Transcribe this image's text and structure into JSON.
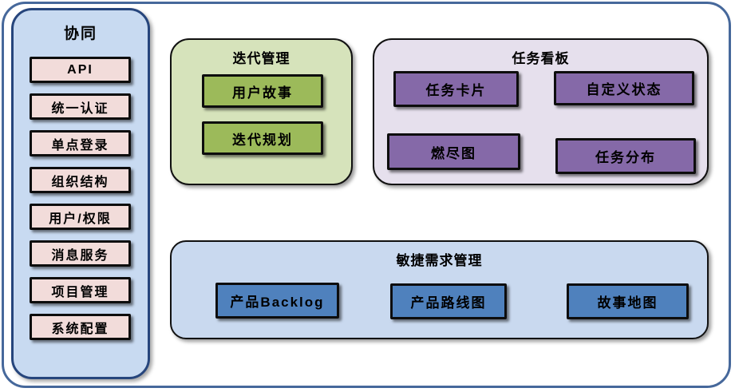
{
  "colors": {
    "outer_border": "#46689b",
    "sidebar_bg": "#c8daf1",
    "sidebar_border": "#26457c",
    "pink_box": "#f2dcda",
    "iteration_section_bg": "#d6e3bb",
    "iteration_box": "#9cba5a",
    "kanban_section_bg": "#e6e0ed",
    "kanban_box": "#8569a8",
    "agile_section_bg": "#c9d9ef",
    "agile_box": "#4f81bd",
    "box_border": "#0d0d0d"
  },
  "sidebar": {
    "title": "协同",
    "items": [
      {
        "label": "API"
      },
      {
        "label": "统一认证"
      },
      {
        "label": "单点登录"
      },
      {
        "label": "组织结构"
      },
      {
        "label": "用户/权限"
      },
      {
        "label": "消息服务"
      },
      {
        "label": "项目管理"
      },
      {
        "label": "系统配置"
      }
    ]
  },
  "sections": {
    "iteration": {
      "title": "迭代管理",
      "items": [
        {
          "label": "用户故事"
        },
        {
          "label": "迭代规划"
        }
      ]
    },
    "kanban": {
      "title": "任务看板",
      "items": [
        {
          "label": "任务卡片"
        },
        {
          "label": "自定义状态"
        },
        {
          "label": "燃尽图"
        },
        {
          "label": "任务分布"
        }
      ]
    },
    "agile": {
      "title": "敏捷需求管理",
      "items": [
        {
          "label": "产品Backlog"
        },
        {
          "label": "产品路线图"
        },
        {
          "label": "故事地图"
        }
      ]
    }
  }
}
